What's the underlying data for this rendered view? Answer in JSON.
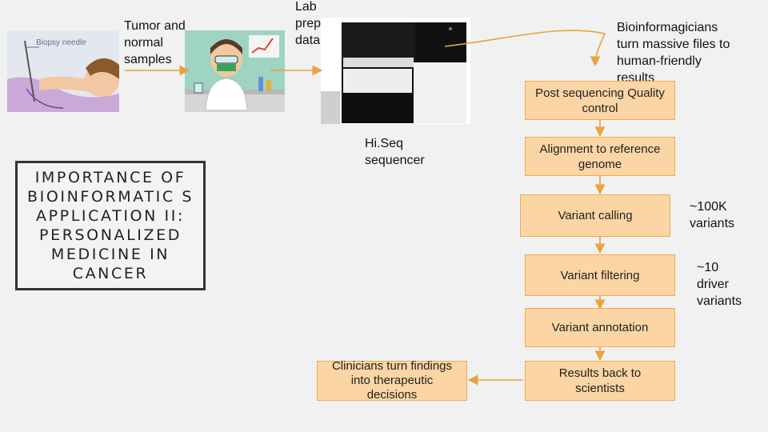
{
  "title": "IMPORTANCE OF BIOINFORMATIC S APPLICATION II: PERSONALIZED MEDICINE IN CANCER",
  "labels": {
    "samples": "Tumor and\nnormal\nsamples",
    "lab": "Lab\nprepare\ndata",
    "sequencer": "Hi.Seq\nsequencer",
    "bioinformagicians": "Bioinformagicians\nturn massive files to\nhuman-friendly\nresults",
    "variants_100k": "~100K\nvariants",
    "variants_10": "~10\ndriver\nvariants"
  },
  "pipeline": [
    "Post sequencing Quality\ncontrol",
    "Alignment to reference\ngenome",
    "Variant calling",
    "Variant filtering",
    "Variant annotation",
    "Results back to\nscientists"
  ],
  "clinicians": "Clinicians turn findings\ninto therapeutic\ndecisions",
  "images": {
    "biopsy_caption": "Biopsy needle"
  },
  "colors": {
    "box_fill": "#fbd5a4",
    "box_border": "#f3a94f",
    "arrow": "#e8a33d"
  },
  "icons": [
    "biopsy-image",
    "lab-scientist-image",
    "hiseq-sequencer-image"
  ]
}
